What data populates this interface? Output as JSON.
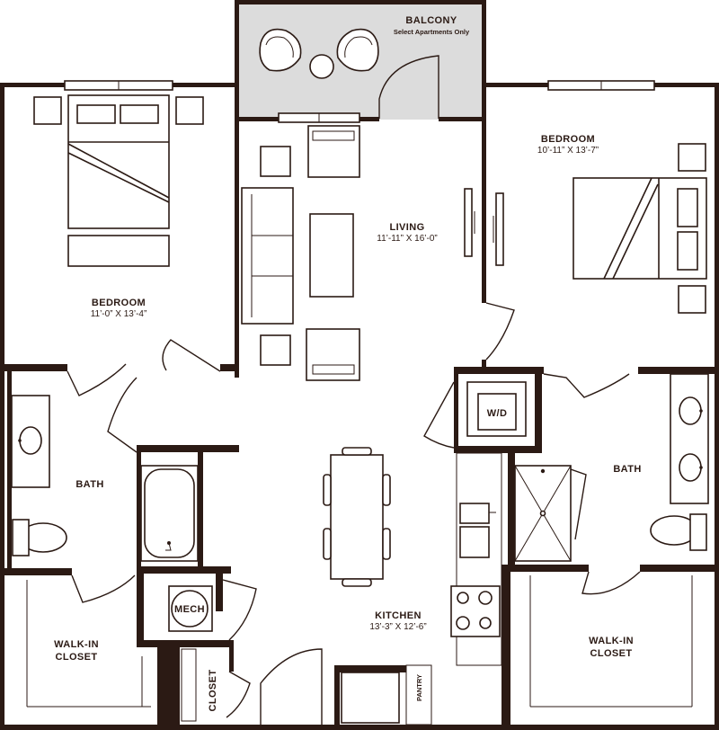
{
  "colors": {
    "wall": "#2b1a14",
    "balcony_fill": "#dcdcdc",
    "background": "#ffffff"
  },
  "rooms": {
    "balcony": {
      "name": "BALCONY",
      "note": "Select Apartments Only"
    },
    "bedroom_left": {
      "name": "BEDROOM",
      "dims": "11’-0” X 13’-4”"
    },
    "living": {
      "name": "LIVING",
      "dims": "11’-11” X 16’-0”"
    },
    "bedroom_right": {
      "name": "BEDROOM",
      "dims": "10’-11” X 13’-7”"
    },
    "bath_left": {
      "name": "BATH"
    },
    "bath_right": {
      "name": "BATH"
    },
    "washer_dryer": {
      "name": "W/D"
    },
    "mech": {
      "name": "MECH"
    },
    "kitchen": {
      "name": "KITCHEN",
      "dims": "13’-3” X 12’-6”"
    },
    "closet": {
      "name": "CLOSET"
    },
    "pantry": {
      "name": "PANTRY"
    },
    "walkin_left": {
      "line1": "WALK-IN",
      "line2": "CLOSET"
    },
    "walkin_right": {
      "line1": "WALK-IN",
      "line2": "CLOSET"
    }
  }
}
